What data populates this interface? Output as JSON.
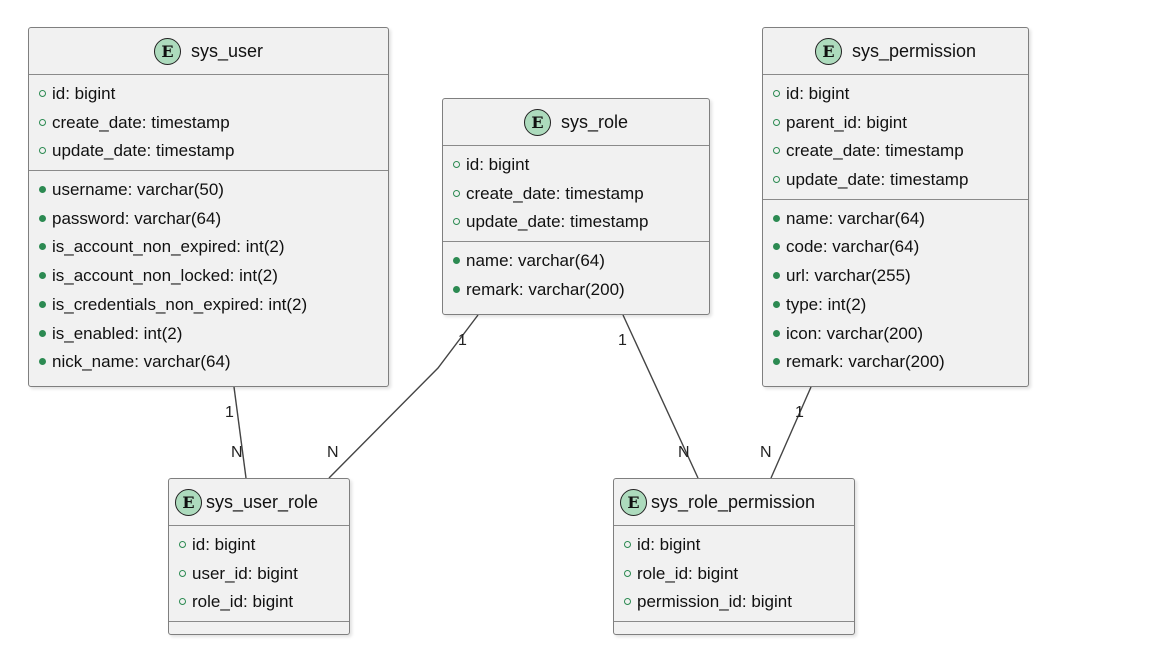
{
  "entity_icon_letter": "E",
  "colors": {
    "entity_fill": "#f1f1f1",
    "icon_fill": "#addbbd",
    "marker": "#2c8a52",
    "link": "#444444"
  },
  "entities": {
    "sys_user": {
      "name": "sys_user",
      "keys": [
        "id: bigint",
        "create_date: timestamp",
        "update_date: timestamp"
      ],
      "columns": [
        "username: varchar(50)",
        "password: varchar(64)",
        "is_account_non_expired: int(2)",
        "is_account_non_locked: int(2)",
        "is_credentials_non_expired: int(2)",
        "is_enabled: int(2)",
        "nick_name: varchar(64)"
      ]
    },
    "sys_role": {
      "name": "sys_role",
      "keys": [
        "id: bigint",
        "create_date: timestamp",
        "update_date: timestamp"
      ],
      "columns": [
        "name: varchar(64)",
        "remark: varchar(200)"
      ]
    },
    "sys_permission": {
      "name": "sys_permission",
      "keys": [
        "id: bigint",
        "parent_id: bigint",
        "create_date: timestamp",
        "update_date: timestamp"
      ],
      "columns": [
        "name: varchar(64)",
        "code: varchar(64)",
        "url: varchar(255)",
        "type: int(2)",
        "icon: varchar(200)",
        "remark: varchar(200)"
      ]
    },
    "sys_user_role": {
      "name": "sys_user_role",
      "keys": [
        "id: bigint",
        "user_id: bigint",
        "role_id: bigint"
      ],
      "columns": []
    },
    "sys_role_permission": {
      "name": "sys_role_permission",
      "keys": [
        "id: bigint",
        "role_id: bigint",
        "permission_id: bigint"
      ],
      "columns": []
    }
  },
  "relationships": [
    {
      "from": "sys_user",
      "to": "sys_user_role",
      "from_card": "1",
      "to_card": "N"
    },
    {
      "from": "sys_role",
      "to": "sys_user_role",
      "from_card": "1",
      "to_card": "N"
    },
    {
      "from": "sys_role",
      "to": "sys_role_permission",
      "from_card": "1",
      "to_card": "N"
    },
    {
      "from": "sys_permission",
      "to": "sys_role_permission",
      "from_card": "1",
      "to_card": "N"
    }
  ]
}
